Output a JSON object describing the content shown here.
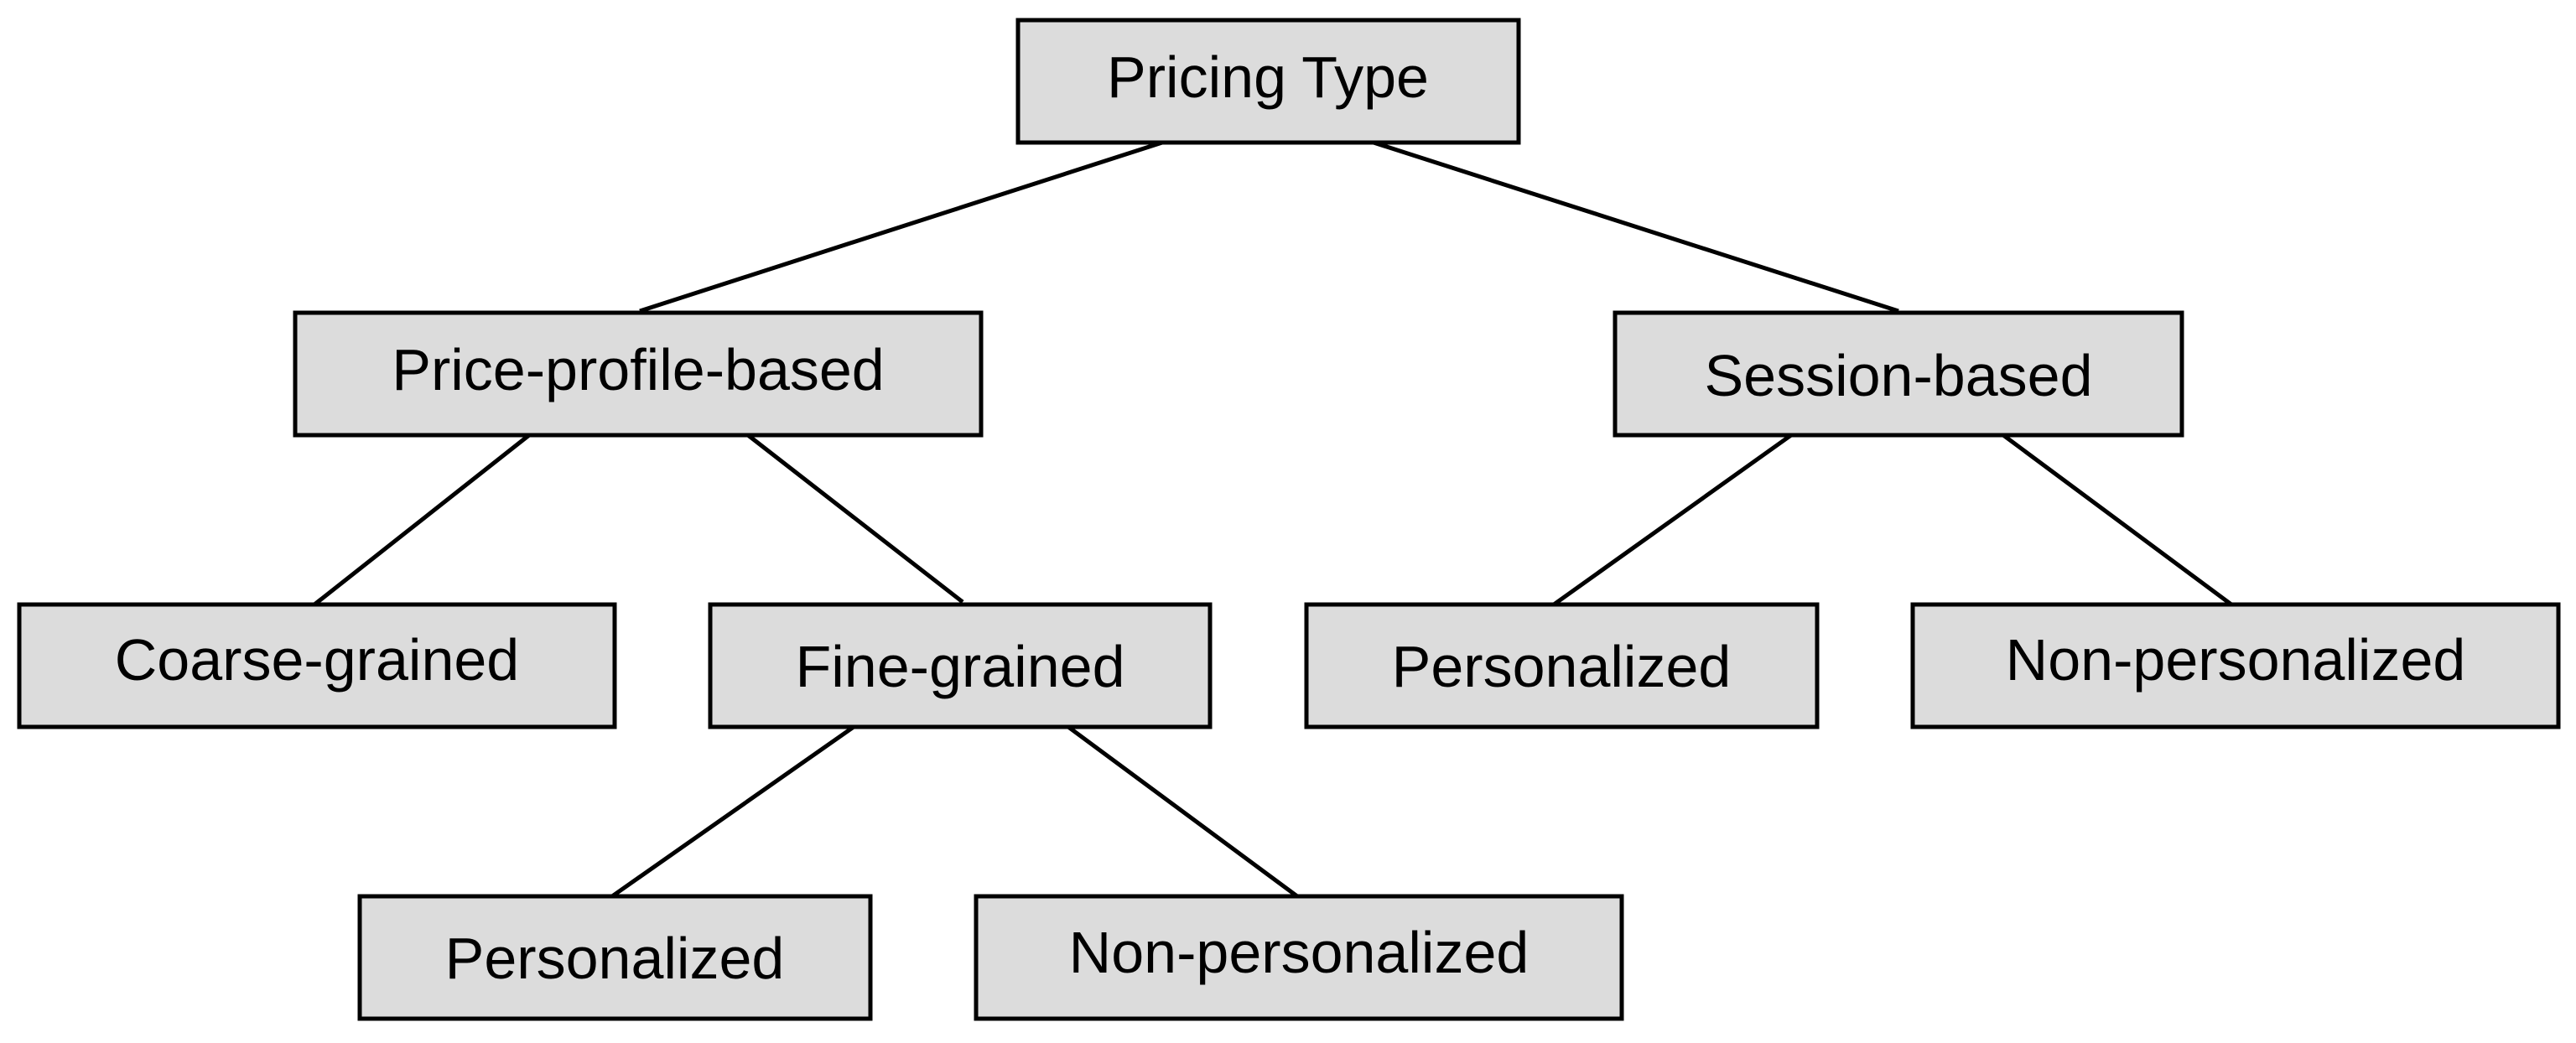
{
  "diagram": {
    "root": "Pricing Type",
    "level1": {
      "left": "Price-profile-based",
      "right": "Session-based"
    },
    "level2": {
      "coarse": "Coarse-grained",
      "fine": "Fine-grained",
      "session_personalized": "Personalized",
      "session_non_personalized": "Non-personalized"
    },
    "level3": {
      "fine_personalized": "Personalized",
      "fine_non_personalized": "Non-personalized"
    }
  },
  "colors": {
    "box_fill": "#dcdcdc",
    "stroke": "#000000",
    "background": "#ffffff"
  }
}
